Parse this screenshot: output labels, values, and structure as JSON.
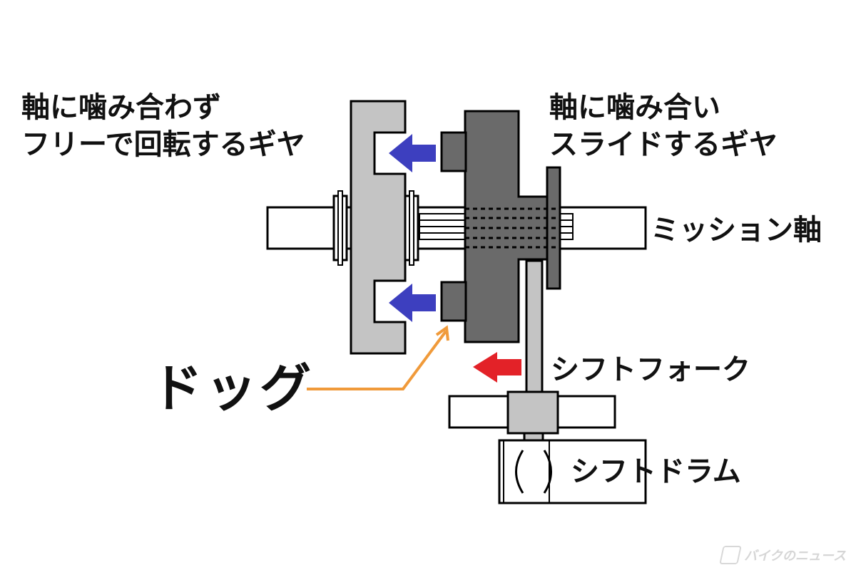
{
  "labels": {
    "free_gear_line1": "軸に噛み合わず",
    "free_gear_line2": "フリーで回転するギヤ",
    "slide_gear_line1": "軸に噛み合い",
    "slide_gear_line2": "スライドするギヤ",
    "mission_shaft": "ミッション軸",
    "dog": "ドッグ",
    "shift_fork": "シフトフォーク",
    "shift_drum": "シフトドラム"
  },
  "watermark": "バイクのニュース",
  "colors": {
    "free_gear": "#c4c4c4",
    "slide_gear": "#6a6a6a",
    "push_arrow": "#3d3fbf",
    "fork_arrow": "#e32228",
    "dog_pointer": "#f09a3a",
    "outline": "#000000",
    "shaft": "#ffffff"
  }
}
